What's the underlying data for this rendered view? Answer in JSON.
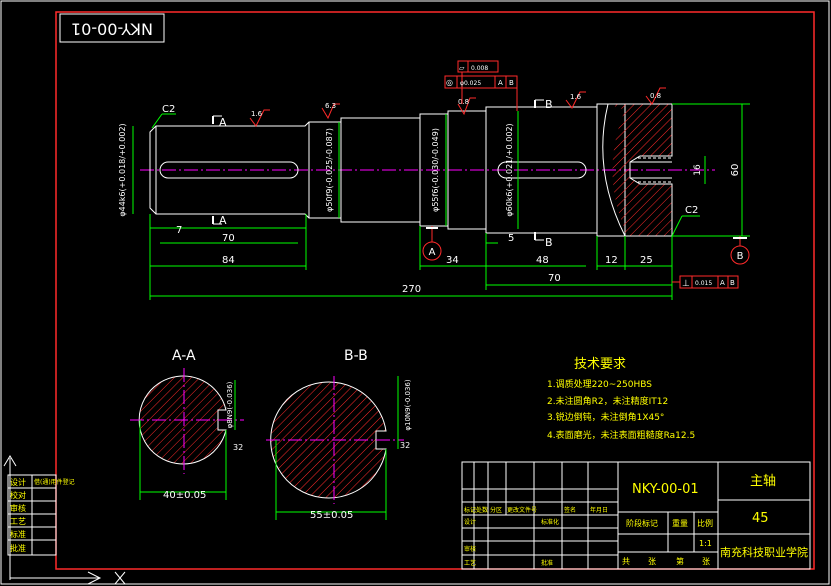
{
  "drawing_code": "NKY-00-01",
  "drawing_code_rotated": "NKY-00-01",
  "part_name": "主轴",
  "material": "45",
  "school": "南充科技职业学院",
  "scale": "1:1",
  "section_aa_title": "A-A",
  "section_bb_title": "B-B",
  "tech_title": "技术要求",
  "tech_items": [
    "1.调质处理220~250HBS",
    "2.未注圆角R2，未注精度IT12",
    "3.锐边倒钝，未注倒角1X45°",
    "4.表面磨光，未注表面粗糙度Ra12.5"
  ],
  "dims": {
    "c2_left": "C2",
    "c2_right": "C2",
    "d_left": "φ44k6(+0.018/+0.002)",
    "d_mid1": "φ50f9(-0.025/-0.087)",
    "d_mid2": "φ55f6(-0.030/-0.049)",
    "d_mid3": "φ60k6(+0.021/+0.002)",
    "len_7": "7",
    "len_70a": "70",
    "len_84": "84",
    "len_34": "34",
    "len_5": "5",
    "len_48": "48",
    "len_70b": "70",
    "len_12": "12",
    "len_25": "25",
    "len_270": "270",
    "len_16": "16",
    "len_60": "60",
    "rough_16a": "1.6",
    "rough_63": "6.3",
    "rough_08a": "0.8",
    "rough_16b": "1.6",
    "rough_08b": "0.8",
    "sec_a": "A",
    "sec_b": "B",
    "datum_a": "A",
    "datum_b": "B",
    "fcf_flat_sym": "⏥",
    "fcf_flat_val": "0.008",
    "fcf_coax_sym": "◎",
    "fcf_coax_val": "φ0.025",
    "fcf_coax_da": "A",
    "fcf_coax_db": "B",
    "fcf_perp_sym": "⊥",
    "fcf_perp_val": "0.015",
    "fcf_perp_da": "A",
    "fcf_perp_db": "B",
    "aa_depth": "φ8N9(-0.036)",
    "aa_32": "32",
    "aa_width": "40±0.05",
    "bb_depth": "φ10N9(-0.036)",
    "bb_32": "32",
    "bb_width": "55±0.05"
  },
  "title_block": {
    "sign_labels": [
      "设计",
      "校对",
      "审核",
      "工艺",
      "标准",
      "批准"
    ],
    "col_headers": [
      "标记",
      "处数",
      "分区",
      "更改文件号",
      "签名",
      "年月日"
    ],
    "row_labels": [
      "设计",
      "审核",
      "工艺"
    ],
    "std_label": "标准化",
    "approve_label": "批准",
    "stage_label": "阶段标记",
    "weight_label": "重量",
    "ratio_label": "比例",
    "sheet_total": "共",
    "sheet_total_unit": "张",
    "sheet_no": "第",
    "sheet_no_unit": "张",
    "side_label": "借(通)用件登记"
  }
}
